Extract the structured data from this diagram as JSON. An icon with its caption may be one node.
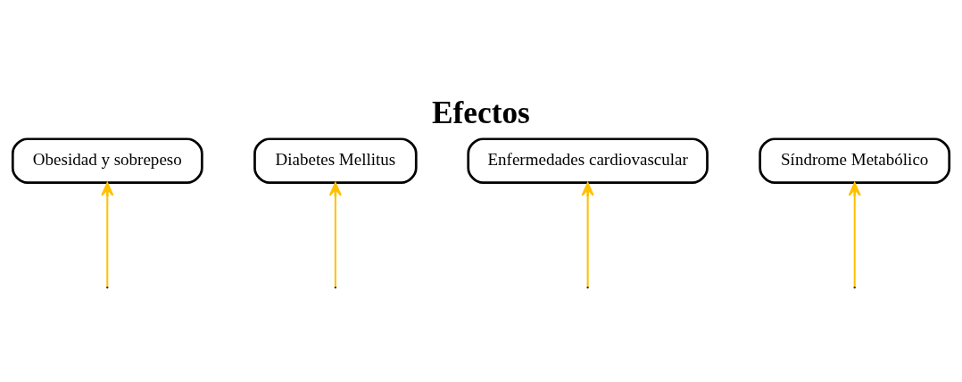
{
  "diagram": {
    "title": "Efectos",
    "nodes": [
      {
        "text": [
          "Obesidad y sobrepeso"
        ]
      },
      {
        "text": [
          "Diabetes Mellitus"
        ]
      },
      {
        "text": [
          "Enfermedades cardiovascular"
        ]
      },
      {
        "text": [
          "Síndrome Metabólico"
        ]
      }
    ],
    "edges": [
      {
        "from": null,
        "to": 0,
        "arrow": "to",
        "color": "#ffc000"
      },
      {
        "from": null,
        "to": 1,
        "arrow": "to",
        "color": "#ffc000"
      },
      {
        "from": null,
        "to": 2,
        "arrow": "to",
        "color": "#ffc000"
      },
      {
        "from": null,
        "to": 3,
        "arrow": "to",
        "color": "#ffc000"
      }
    ]
  }
}
